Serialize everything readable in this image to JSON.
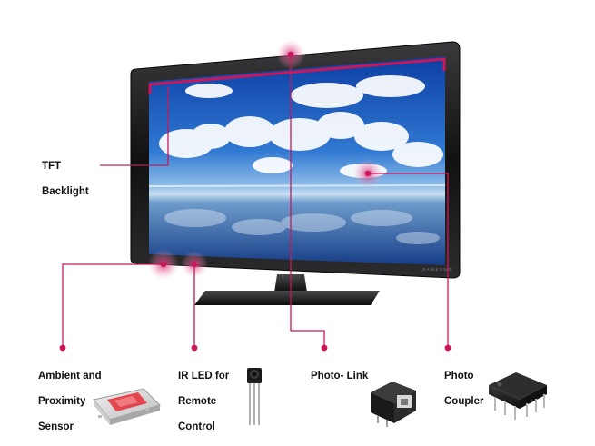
{
  "accent_color": "#c8185a",
  "tv": {
    "brand": "SAMSUNG"
  },
  "callouts": [
    {
      "id": "tft-backlight",
      "lines": [
        "TFT",
        "Backlight"
      ]
    },
    {
      "id": "ambient-proximity-sensor",
      "lines": [
        "Ambient and",
        "Proximity",
        "Sensor"
      ]
    },
    {
      "id": "ir-led-remote",
      "lines": [
        "IR LED for",
        "Remote",
        "Control"
      ]
    },
    {
      "id": "photo-link",
      "lines": [
        "Photo- Link"
      ]
    },
    {
      "id": "photo-coupler",
      "lines": [
        "Photo",
        "Coupler"
      ]
    }
  ],
  "components": [
    {
      "id": "ambient-sensor-chip",
      "icon": "sensor-chip-icon"
    },
    {
      "id": "ir-led-component",
      "icon": "ir-led-icon"
    },
    {
      "id": "photo-link-component",
      "icon": "photo-link-module-icon"
    },
    {
      "id": "photo-coupler-component",
      "icon": "dip-ic-icon"
    }
  ]
}
